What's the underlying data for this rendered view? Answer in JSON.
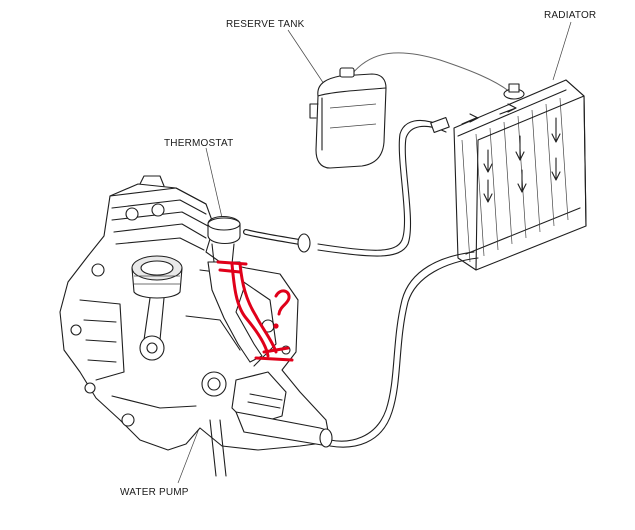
{
  "labels": {
    "reserve_tank": "RESERVE TANK",
    "radiator": "RADIATOR",
    "thermostat": "THERMOSTAT",
    "water_pump": "WATER PUMP"
  },
  "colors": {
    "line": "#1f1f1f",
    "annotation": "#e0001a",
    "background": "#ffffff"
  }
}
